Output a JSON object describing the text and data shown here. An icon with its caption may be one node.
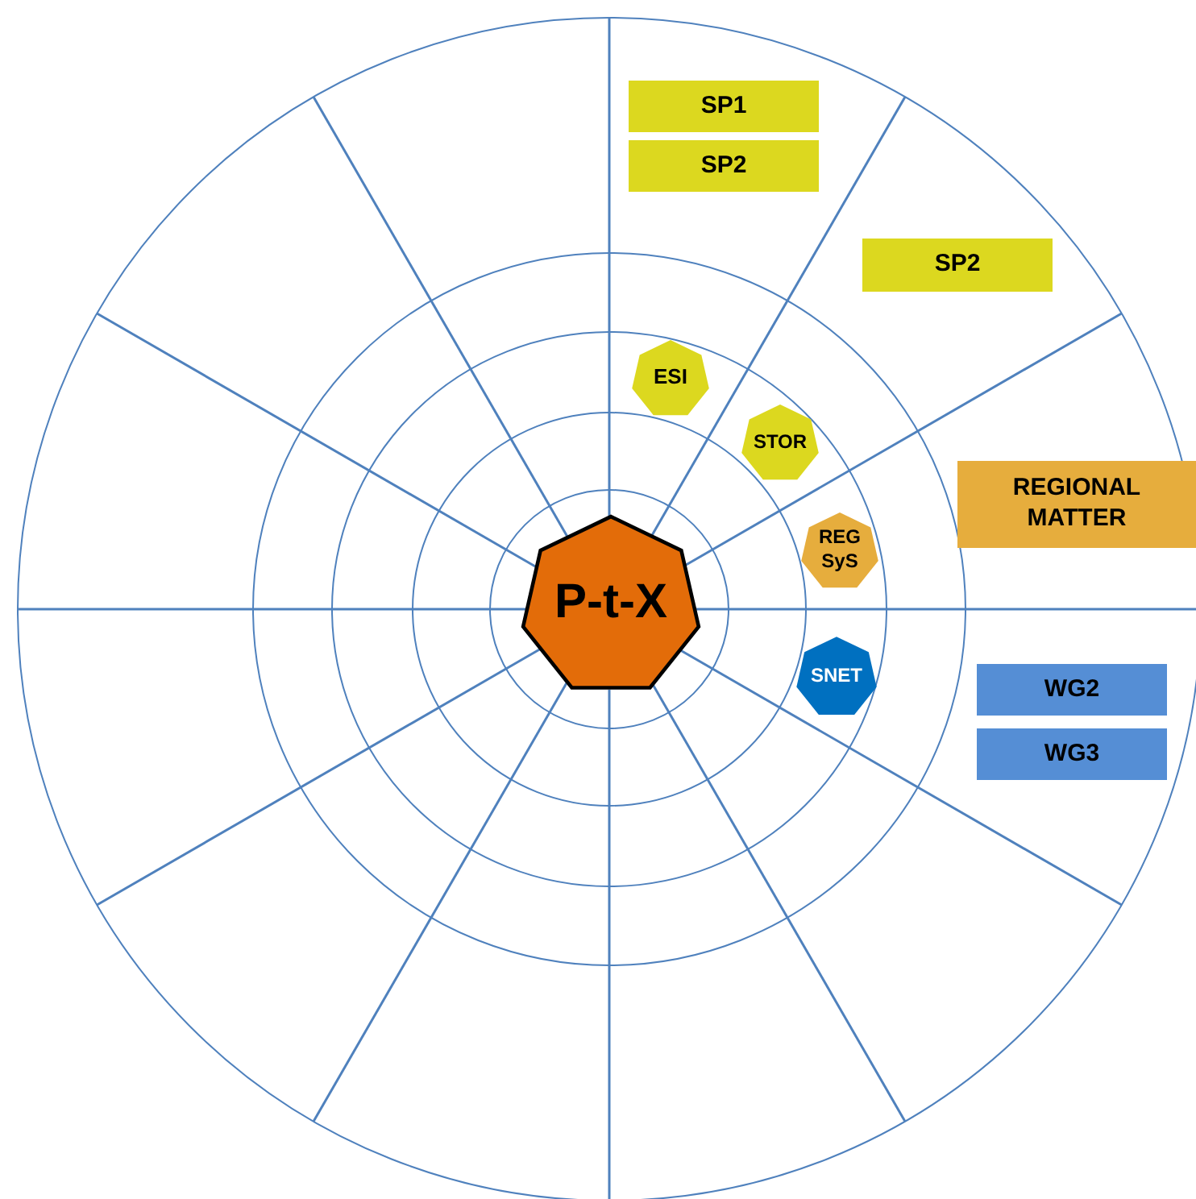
{
  "diagram": {
    "nodes": [
      {
        "text": [
          "P-t-X"
        ]
      },
      {
        "text": [
          "SP1"
        ]
      },
      {
        "text": [
          "SP2"
        ]
      },
      {
        "text": [
          "SP2"
        ]
      },
      {
        "text": [
          "ESI"
        ]
      },
      {
        "text": [
          "STOR"
        ]
      },
      {
        "text": [
          "REGIONAL MATTER"
        ]
      },
      {
        "text": [
          "REG SyS"
        ]
      },
      {
        "text": [
          "SNET"
        ]
      },
      {
        "text": [
          "WG2"
        ]
      },
      {
        "text": [
          "WG3"
        ]
      }
    ]
  }
}
